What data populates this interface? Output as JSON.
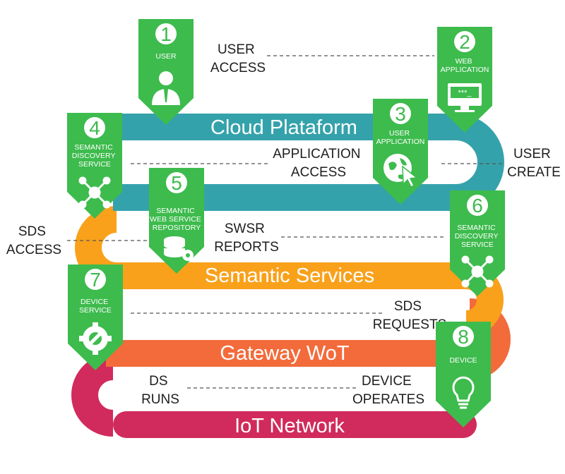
{
  "bands": {
    "cloud": "Cloud Plataform",
    "semantic": "Semantic Services",
    "gateway": "Gateway WoT",
    "iot": "IoT Network"
  },
  "colors": {
    "cloud": "#34a2ab",
    "semantic": "#f9a11b",
    "gateway": "#f36b3b",
    "iot": "#d12a5c",
    "badge": "#3dbb4d"
  },
  "badges": [
    {
      "number": "1",
      "title": [
        "USER"
      ],
      "icon": "user-icon"
    },
    {
      "number": "2",
      "title": [
        "WEB",
        "APPLICATION"
      ],
      "icon": "monitor-password-icon"
    },
    {
      "number": "3",
      "title": [
        "USER",
        "APPLICATION"
      ],
      "icon": "globe-cursor-icon"
    },
    {
      "number": "4",
      "title": [
        "SEMANTIC",
        "DISCOVERY",
        "SERVICE"
      ],
      "icon": "network-node-icon"
    },
    {
      "number": "5",
      "title": [
        "SEMANTIC",
        "WEB SERVICE",
        "REPOSITORY"
      ],
      "icon": "database-gear-icon"
    },
    {
      "number": "6",
      "title": [
        "SEMANTIC",
        "DISCOVERY",
        "SERVICE"
      ],
      "icon": "network-node-icon"
    },
    {
      "number": "7",
      "title": [
        "DEVICE",
        "SERVICE"
      ],
      "icon": "gear-wrench-icon"
    },
    {
      "number": "8",
      "title": [
        "DEVICE"
      ],
      "icon": "lightbulb-icon"
    }
  ],
  "connections": {
    "user_access": [
      "USER",
      "ACCESS"
    ],
    "application_access": [
      "APPLICATION",
      "ACCESS"
    ],
    "user_create": [
      "USER",
      "CREATE"
    ],
    "sds_access": [
      "SDS",
      "ACCESS"
    ],
    "swsr_reports": [
      "SWSR",
      "REPORTS"
    ],
    "sds_requests": [
      "SDS",
      "REQUESTS"
    ],
    "ds_runs": [
      "DS",
      "RUNS"
    ],
    "device_operates": [
      "DEVICE",
      "OPERATES"
    ]
  }
}
